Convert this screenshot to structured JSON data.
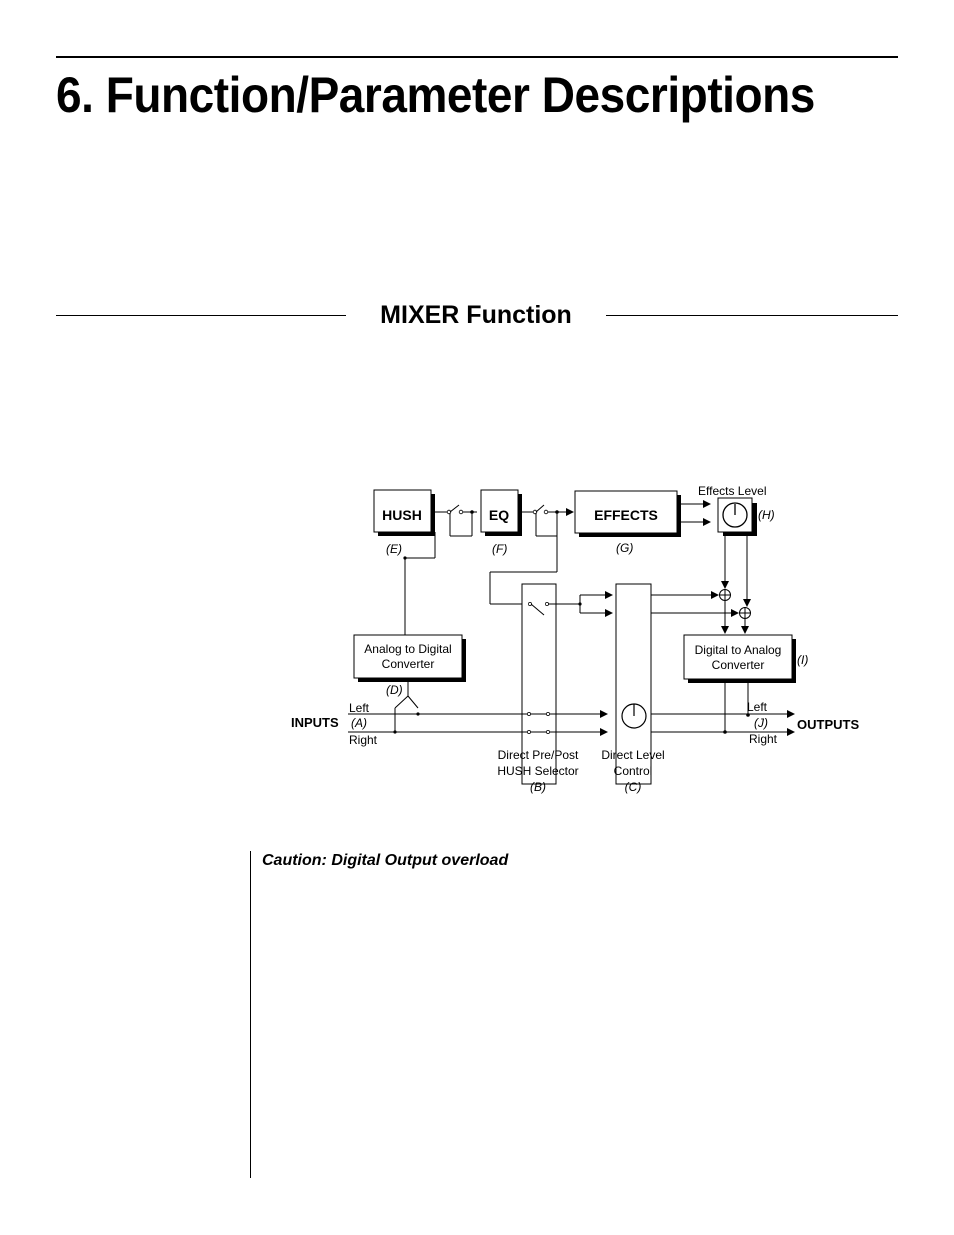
{
  "page": {
    "title": "6. Function/Parameter Descriptions",
    "section_title": "MIXER Function",
    "caution_heading": "Caution: Digital Output overload"
  },
  "diagram": {
    "blocks": {
      "hush": "HUSH",
      "eq": "EQ",
      "effects": "EFFECTS",
      "adc_line1": "Analog to Digital",
      "adc_line2": "Converter",
      "dac_line1": "Digital to Analog",
      "dac_line2": "Converter"
    },
    "labels": {
      "effects_level": "Effects Level",
      "h": "(H)",
      "e": "(E)",
      "f": "(F)",
      "g": "(G)",
      "d": "(D)",
      "i": "(I)",
      "inputs": "INPUTS",
      "outputs": "OUTPUTS",
      "in_left": "Left",
      "in_a": "(A)",
      "in_right": "Right",
      "out_left": "Left",
      "out_j": "(J)",
      "out_right": "Right",
      "selector_line1": "Direct Pre/Post",
      "selector_line2": "HUSH Selector",
      "selector_b": "(B)",
      "level_line1": "Direct Level",
      "level_line2": "Control",
      "level_c": "(C)"
    }
  }
}
